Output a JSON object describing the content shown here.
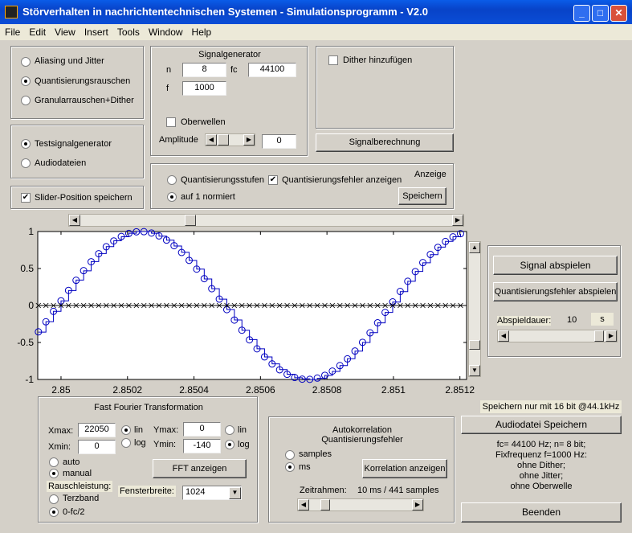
{
  "window": {
    "title": "Störverhalten in nachrichtentechnischen Systemen - Simulationsprogramm - V2.0"
  },
  "menu": [
    "File",
    "Edit",
    "View",
    "Insert",
    "Tools",
    "Window",
    "Help"
  ],
  "mode": {
    "opt1": "Aliasing und Jitter",
    "opt2": "Quantisierungsrauschen",
    "opt3": "Granularrauschen+Dither",
    "selected": 2
  },
  "source": {
    "opt1": "Testsignalgenerator",
    "opt2": "Audiodateien",
    "selected": 1
  },
  "slider_save": {
    "label": "Slider-Position speichern",
    "checked": true
  },
  "siggen": {
    "title": "Signalgenerator",
    "n_label": "n",
    "n_value": "8",
    "fc_label": "fc",
    "fc_value": "44100",
    "f_label": "f",
    "f_value": "1000",
    "oberwellen": "Oberwellen",
    "amplitude_label": "Amplitude",
    "amplitude_value": "0"
  },
  "dither": {
    "label": "Dither hinzufügen",
    "checked": false
  },
  "signalberechnung": "Signalberechnung",
  "anzeige": {
    "title": "Anzeige",
    "opt1": "Quantisierungsstufen",
    "opt2": "auf 1 normiert",
    "selected": 2,
    "fehler_label": "Quantisierungsfehler anzeigen",
    "fehler_checked": true,
    "save": "Speichern"
  },
  "playback": {
    "signal": "Signal abspielen",
    "fehler": "Quantisierungsfehler abspielen",
    "dauer_label": "Abspieldauer:",
    "dauer_value": "10",
    "dauer_unit": "s"
  },
  "fft": {
    "title": "Fast Fourier Transformation",
    "xmax_label": "Xmax:",
    "xmax_value": "22050",
    "xmin_label": "Xmin:",
    "xmin_value": "0",
    "ymax_label": "Ymax:",
    "ymax_value": "0",
    "ymin_label": "Ymin:",
    "ymin_value": "-140",
    "lin": "lin",
    "log": "log",
    "auto": "auto",
    "manual": "manual",
    "rausch_label": "Rauschleistung:",
    "terzband": "Terzband",
    "fc2": "0-fc/2",
    "fenster_label": "Fensterbreite:",
    "fenster_value": "1024",
    "button": "FFT anzeigen"
  },
  "auto": {
    "title1": "Autokorrelation",
    "title2": "Quantisierungsfehler",
    "samples": "samples",
    "ms": "ms",
    "button": "Korrelation anzeigen",
    "zeit_label": "Zeitrahmen:",
    "zeit_value": "10 ms / 441 samples"
  },
  "right": {
    "note": "Speichern nur mit 16 bit @44.1kHz",
    "save": "Audiodatei Speichern",
    "info1": "fc= 44100 Hz; n= 8 bit;",
    "info2": "Fixfrequenz f=1000 Hz:",
    "info3": "ohne Dither;",
    "info4": "ohne Jitter;",
    "info5": "ohne Oberwelle",
    "beenden": "Beenden"
  },
  "chart_data": {
    "type": "line",
    "xlim": [
      2.84993,
      2.85122
    ],
    "ylim": [
      -1,
      1
    ],
    "xticks": [
      "2.85",
      "2.8502",
      "2.8504",
      "2.8506",
      "2.8508",
      "2.851",
      "2.8512"
    ],
    "xtick_values": [
      2.85,
      2.8502,
      2.8504,
      2.8506,
      2.8508,
      2.851,
      2.8512
    ],
    "yticks": [
      "1",
      "0.5",
      "0",
      "-0.5",
      "-1"
    ],
    "ytick_values": [
      1,
      0.5,
      0,
      -0.5,
      -1
    ],
    "signal": {
      "frequency_hz": 1000,
      "sample_rate_hz": 44100,
      "bits": 8,
      "phase_zero_crossing": 2.84999
    },
    "series": []
  }
}
